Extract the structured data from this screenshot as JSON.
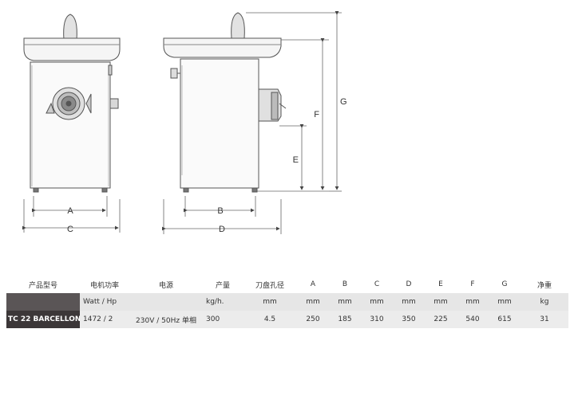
{
  "dimension_labels": {
    "a": "A",
    "b": "B",
    "c": "C",
    "d": "D",
    "e": "E",
    "f": "F",
    "g": "G"
  },
  "table": {
    "headers": [
      "产品型号",
      "电机功率",
      "电源",
      "产量",
      "刀盘孔径",
      "A",
      "B",
      "C",
      "D",
      "E",
      "F",
      "G",
      "净重"
    ],
    "units": [
      "",
      "Watt / Hp",
      "",
      "kg/h.",
      "mm",
      "mm",
      "mm",
      "mm",
      "mm",
      "mm",
      "mm",
      "mm",
      "kg"
    ],
    "rows": [
      [
        "TC 22 BARCELLONA",
        "1472 / 2",
        "230V / 50Hz 单相",
        "300",
        "4.5",
        "250",
        "185",
        "310",
        "350",
        "225",
        "540",
        "615",
        "31"
      ]
    ]
  },
  "colors": {
    "header_cell_dark": "#3c3738",
    "row_shade": "#e6e6e6"
  }
}
